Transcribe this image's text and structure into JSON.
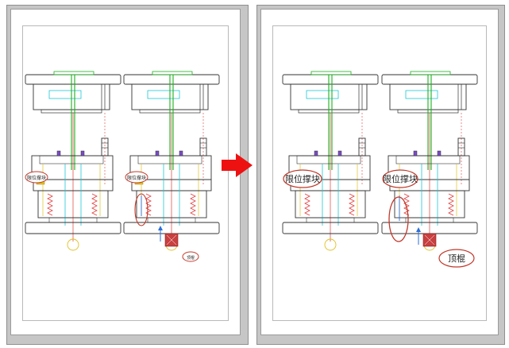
{
  "before": {
    "callout_limit": "限位撑块",
    "callout_ejector": "顶棍"
  },
  "after": {
    "callout_limit": "限位撑块",
    "callout_ejector": "顶棍"
  },
  "colors": {
    "panel_gray": "#c6c6c6",
    "arrow_red": "#ee1111",
    "callout_red": "#c0392b",
    "green": "#1db01d",
    "cyan": "#1ec6d6",
    "yellow": "#e0c020",
    "red_line": "#e23b3b",
    "blue": "#2a6fdb"
  },
  "icons": {
    "transition_arrow": "right-arrow-icon"
  }
}
